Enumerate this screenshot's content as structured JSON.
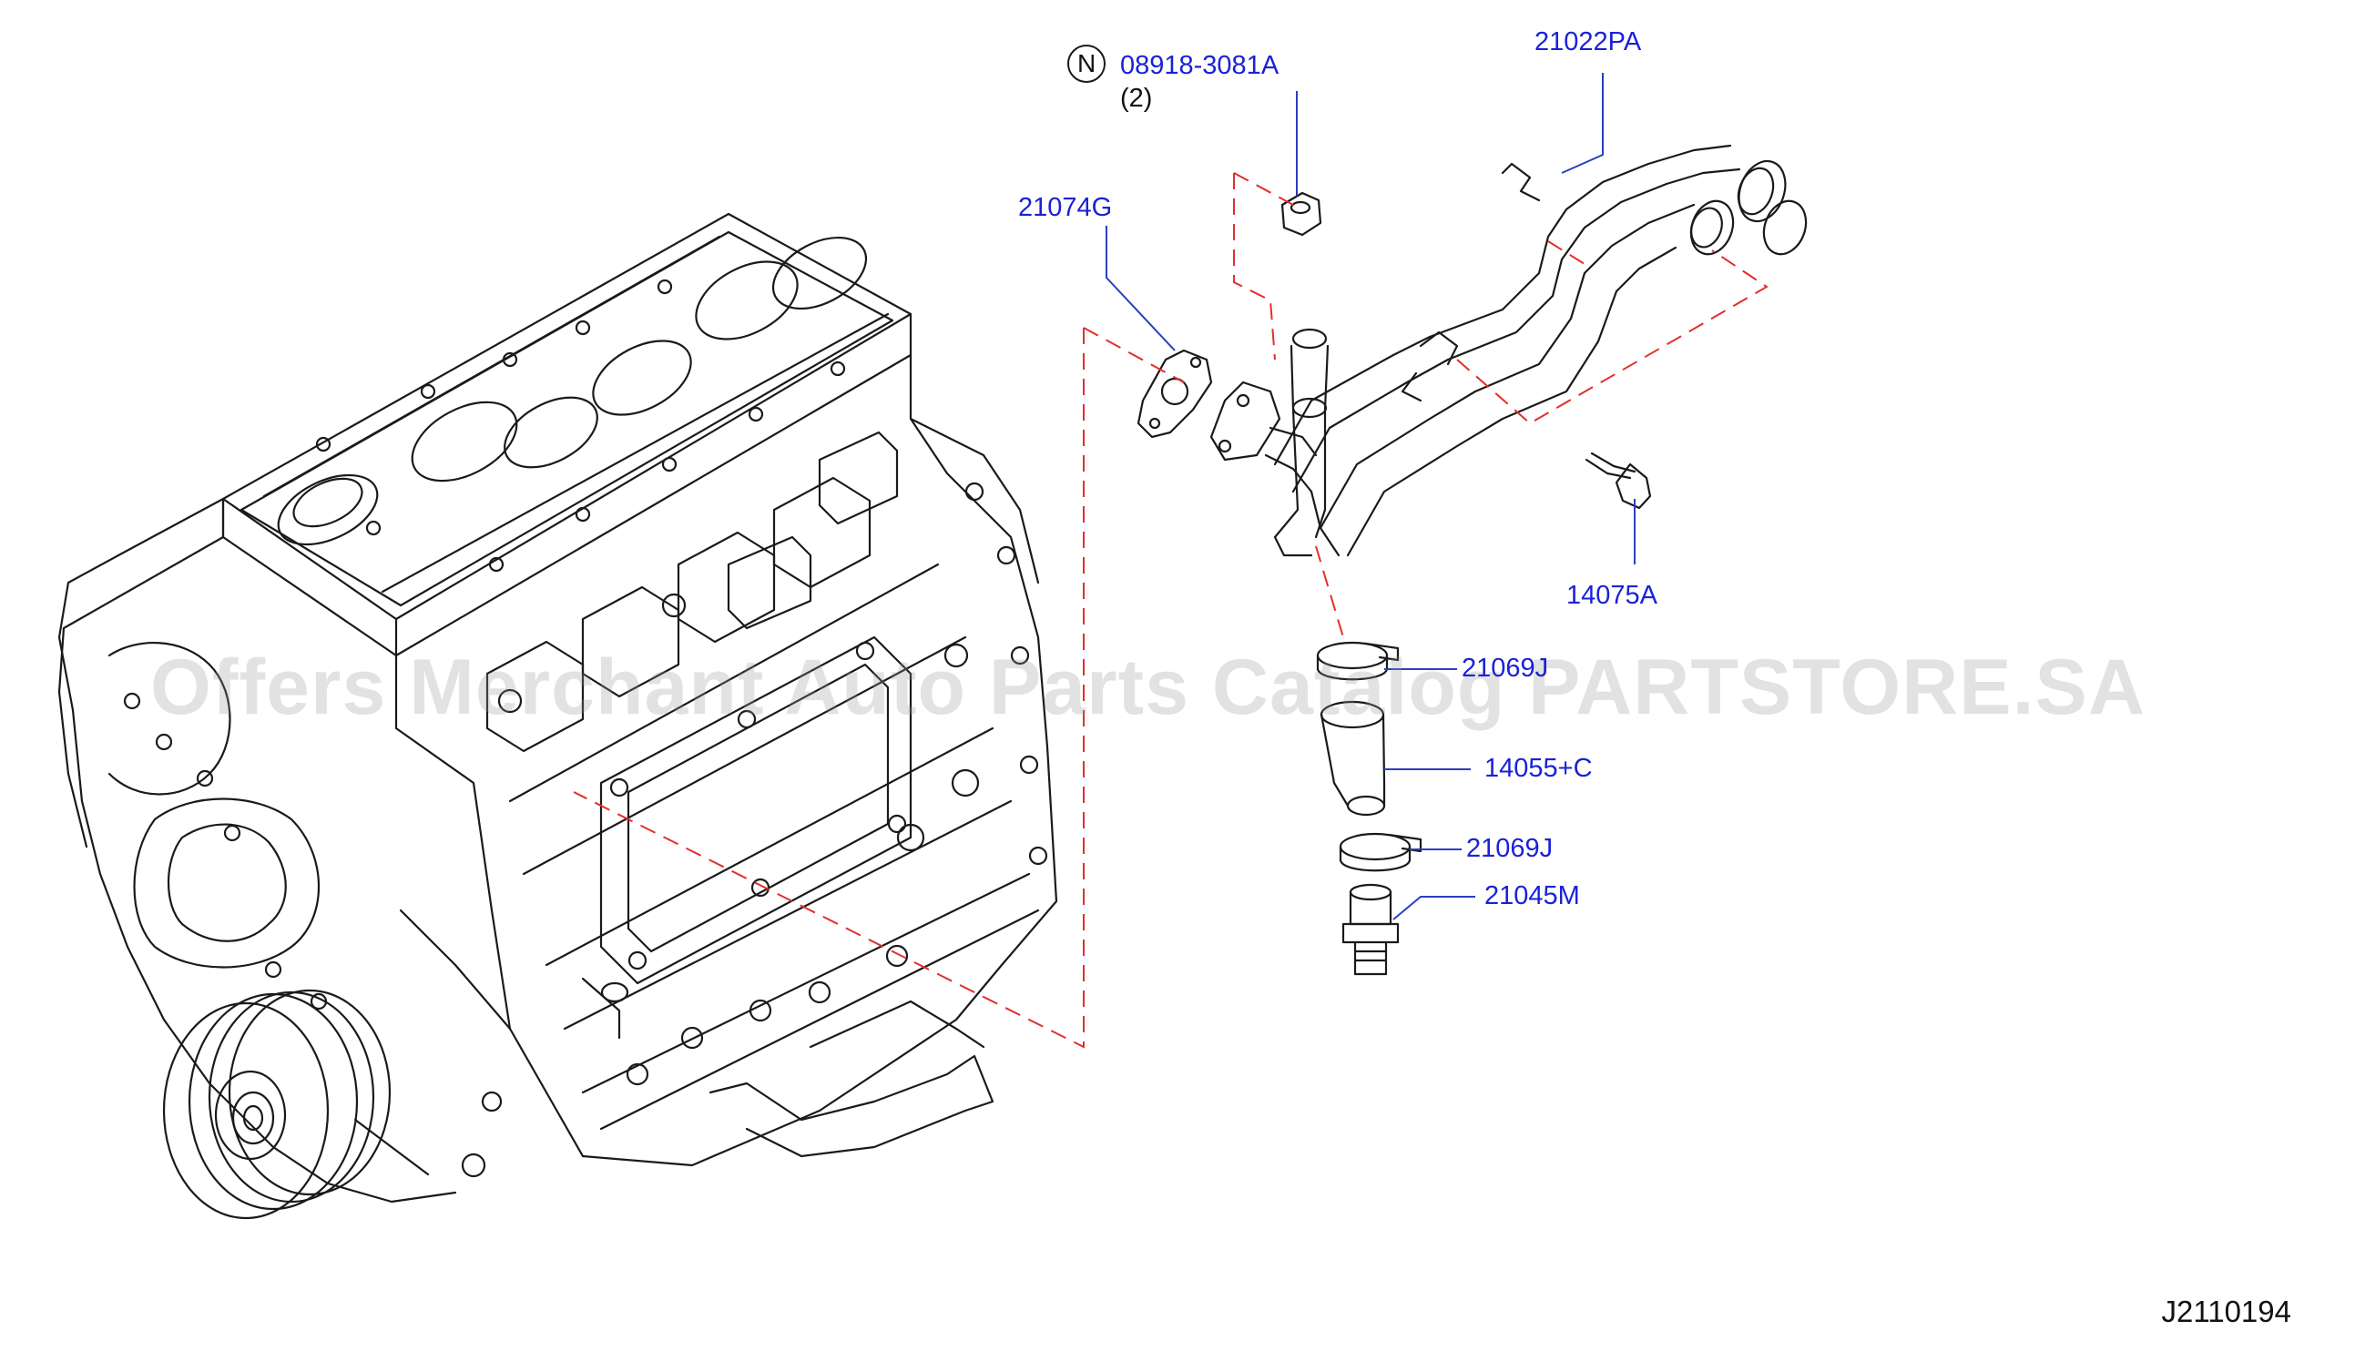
{
  "diagram": {
    "id": "J2110194",
    "watermark": "Offers Merchant Auto Parts Catalog PARTSTORE.SA",
    "notice_symbol": "N",
    "labels": [
      {
        "key": "bolt_part",
        "text": "08918-3081A"
      },
      {
        "key": "bolt_qty",
        "text": "(2)"
      },
      {
        "key": "pipe",
        "text": "21022PA"
      },
      {
        "key": "gasket",
        "text": "21074G"
      },
      {
        "key": "bolt",
        "text": "14075A"
      },
      {
        "key": "clamp_upper",
        "text": "21069J"
      },
      {
        "key": "hose",
        "text": "14055+C"
      },
      {
        "key": "clamp_lower",
        "text": "21069J"
      },
      {
        "key": "connector",
        "text": "21045M"
      }
    ]
  },
  "colors": {
    "label": "#1a22d6",
    "leader": "#2b3fbf",
    "dashed_line": "#e0302c",
    "drawing": "#1a1a1a"
  }
}
